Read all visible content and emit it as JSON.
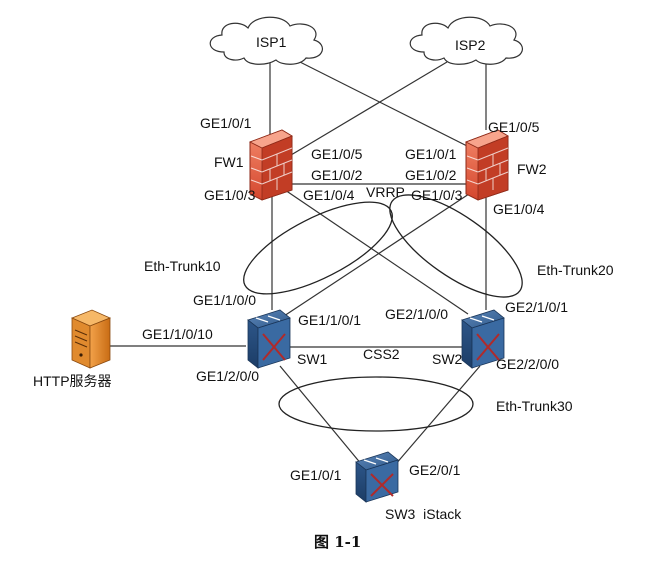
{
  "nodes": {
    "isp1": "ISP1",
    "isp2": "ISP2",
    "fw1": "FW1",
    "fw2": "FW2",
    "sw1": "SW1",
    "sw2": "SW2",
    "sw3": "SW3  iStack",
    "server": "HTTP服务器"
  },
  "ports": {
    "fw1_ge105": "GE1/0/1",
    "fw1_ge1_0_5": "GE1/0/5",
    "fw1_ge1_0_2": "GE1/0/2",
    "fw1_ge1_0_3": "GE1/0/3",
    "fw1_ge1_0_4": "GE1/0/4",
    "fw2_ge1_0_5": "GE1/0/5",
    "fw2_ge1_0_1": "GE1/0/1",
    "fw2_ge1_0_2": "GE1/0/2",
    "fw2_ge1_0_3": "GE1/0/3",
    "fw2_ge1_0_4": "GE1/0/4",
    "sw1_ge1_1_0_0": "GE1/1/0/0",
    "sw1_ge1_1_0_1": "GE1/1/0/1",
    "sw1_ge1_1_0_10": "GE1/1/0/10",
    "sw1_ge1_2_0_0": "GE1/2/0/0",
    "sw2_ge2_1_0_0": "GE2/1/0/0",
    "sw2_ge2_1_0_1": "GE2/1/0/1",
    "sw2_ge2_2_0_0": "GE2/2/0/0",
    "sw3_ge1_0_1": "GE1/0/1",
    "sw3_ge2_0_1": "GE2/0/1"
  },
  "links": {
    "vrrp": "VRRP",
    "css2": "CSS2",
    "trunk10": "Eth-Trunk10",
    "trunk20": "Eth-Trunk20",
    "trunk30": "Eth-Trunk30"
  },
  "caption": "图 1-1",
  "colors": {
    "firewall": "#e8684a",
    "switch": "#3d6a9e",
    "server": "#e88c2a",
    "line": "#333333"
  }
}
